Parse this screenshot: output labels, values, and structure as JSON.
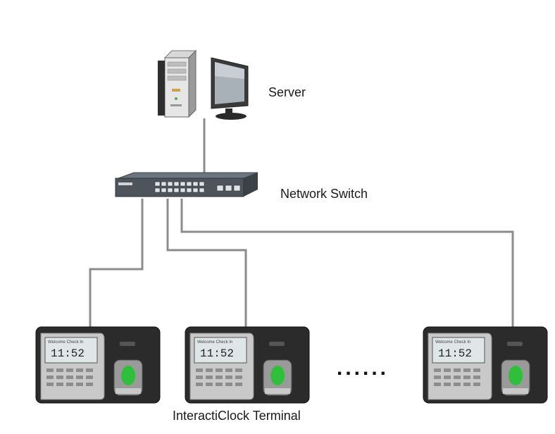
{
  "labels": {
    "server": "Server",
    "switch": "Network Switch",
    "terminal": "InteractiClock Terminal",
    "ellipsis": "......"
  },
  "terminal_screen": {
    "header": "Welcome Check In",
    "time": "11:52"
  },
  "colors": {
    "wire": "#8c8c8c",
    "device_dark": "#2b2b2b",
    "device_silver": "#c9c9c9",
    "screen": "#dfe6e8",
    "fingerprint_green": "#2fbf3a"
  },
  "icons": [
    "server-tower-icon",
    "monitor-icon",
    "network-switch-icon",
    "fingerprint-terminal-icon"
  ]
}
